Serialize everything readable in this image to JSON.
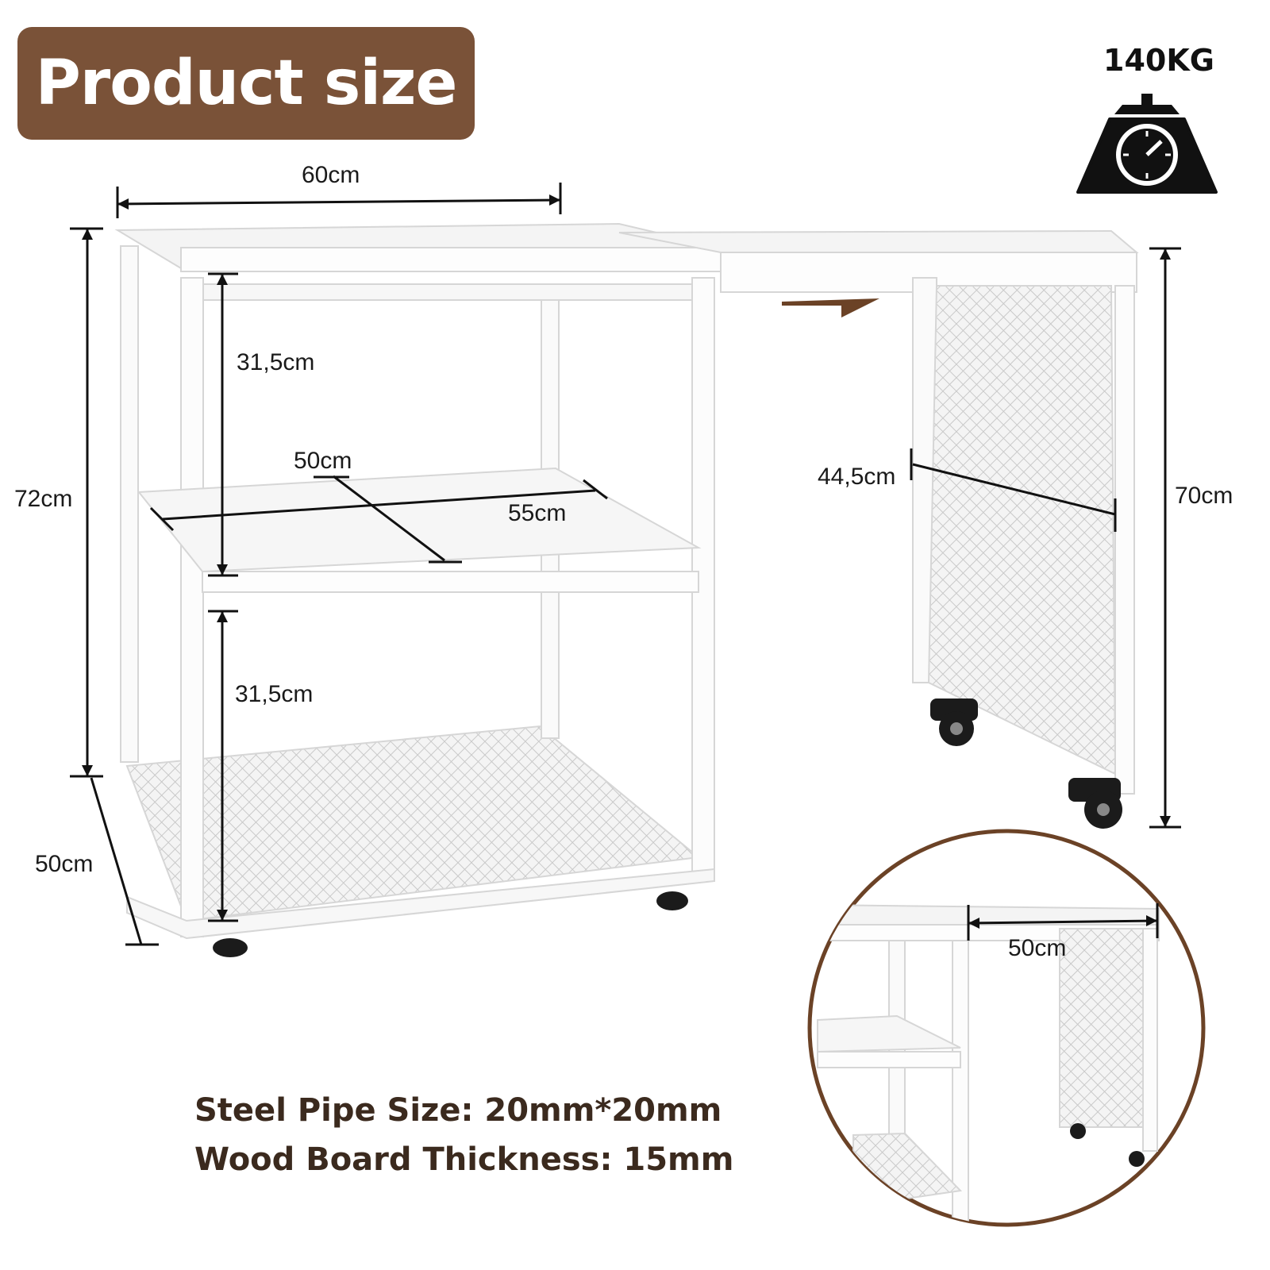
{
  "header": {
    "title": "Product size"
  },
  "load_capacity": {
    "value": "140KG",
    "icon": "scale-icon"
  },
  "dimensions": {
    "top_width": "60cm",
    "total_height": "72cm",
    "depth": "50cm",
    "shelf_height_upper": "31,5cm",
    "shelf_height_lower": "31,5cm",
    "shelf_depth": "50cm",
    "shelf_width": "55cm",
    "side_width": "44,5cm",
    "side_height": "70cm",
    "extension_width": "50cm"
  },
  "specs": {
    "steel_pipe": "Steel Pipe Size: 20mm*20mm",
    "board_thickness": "Wood Board Thickness: 15mm"
  },
  "colors": {
    "banner": "#7a5238",
    "circle": "#6b4226",
    "spec_text": "#3b2a1e"
  }
}
